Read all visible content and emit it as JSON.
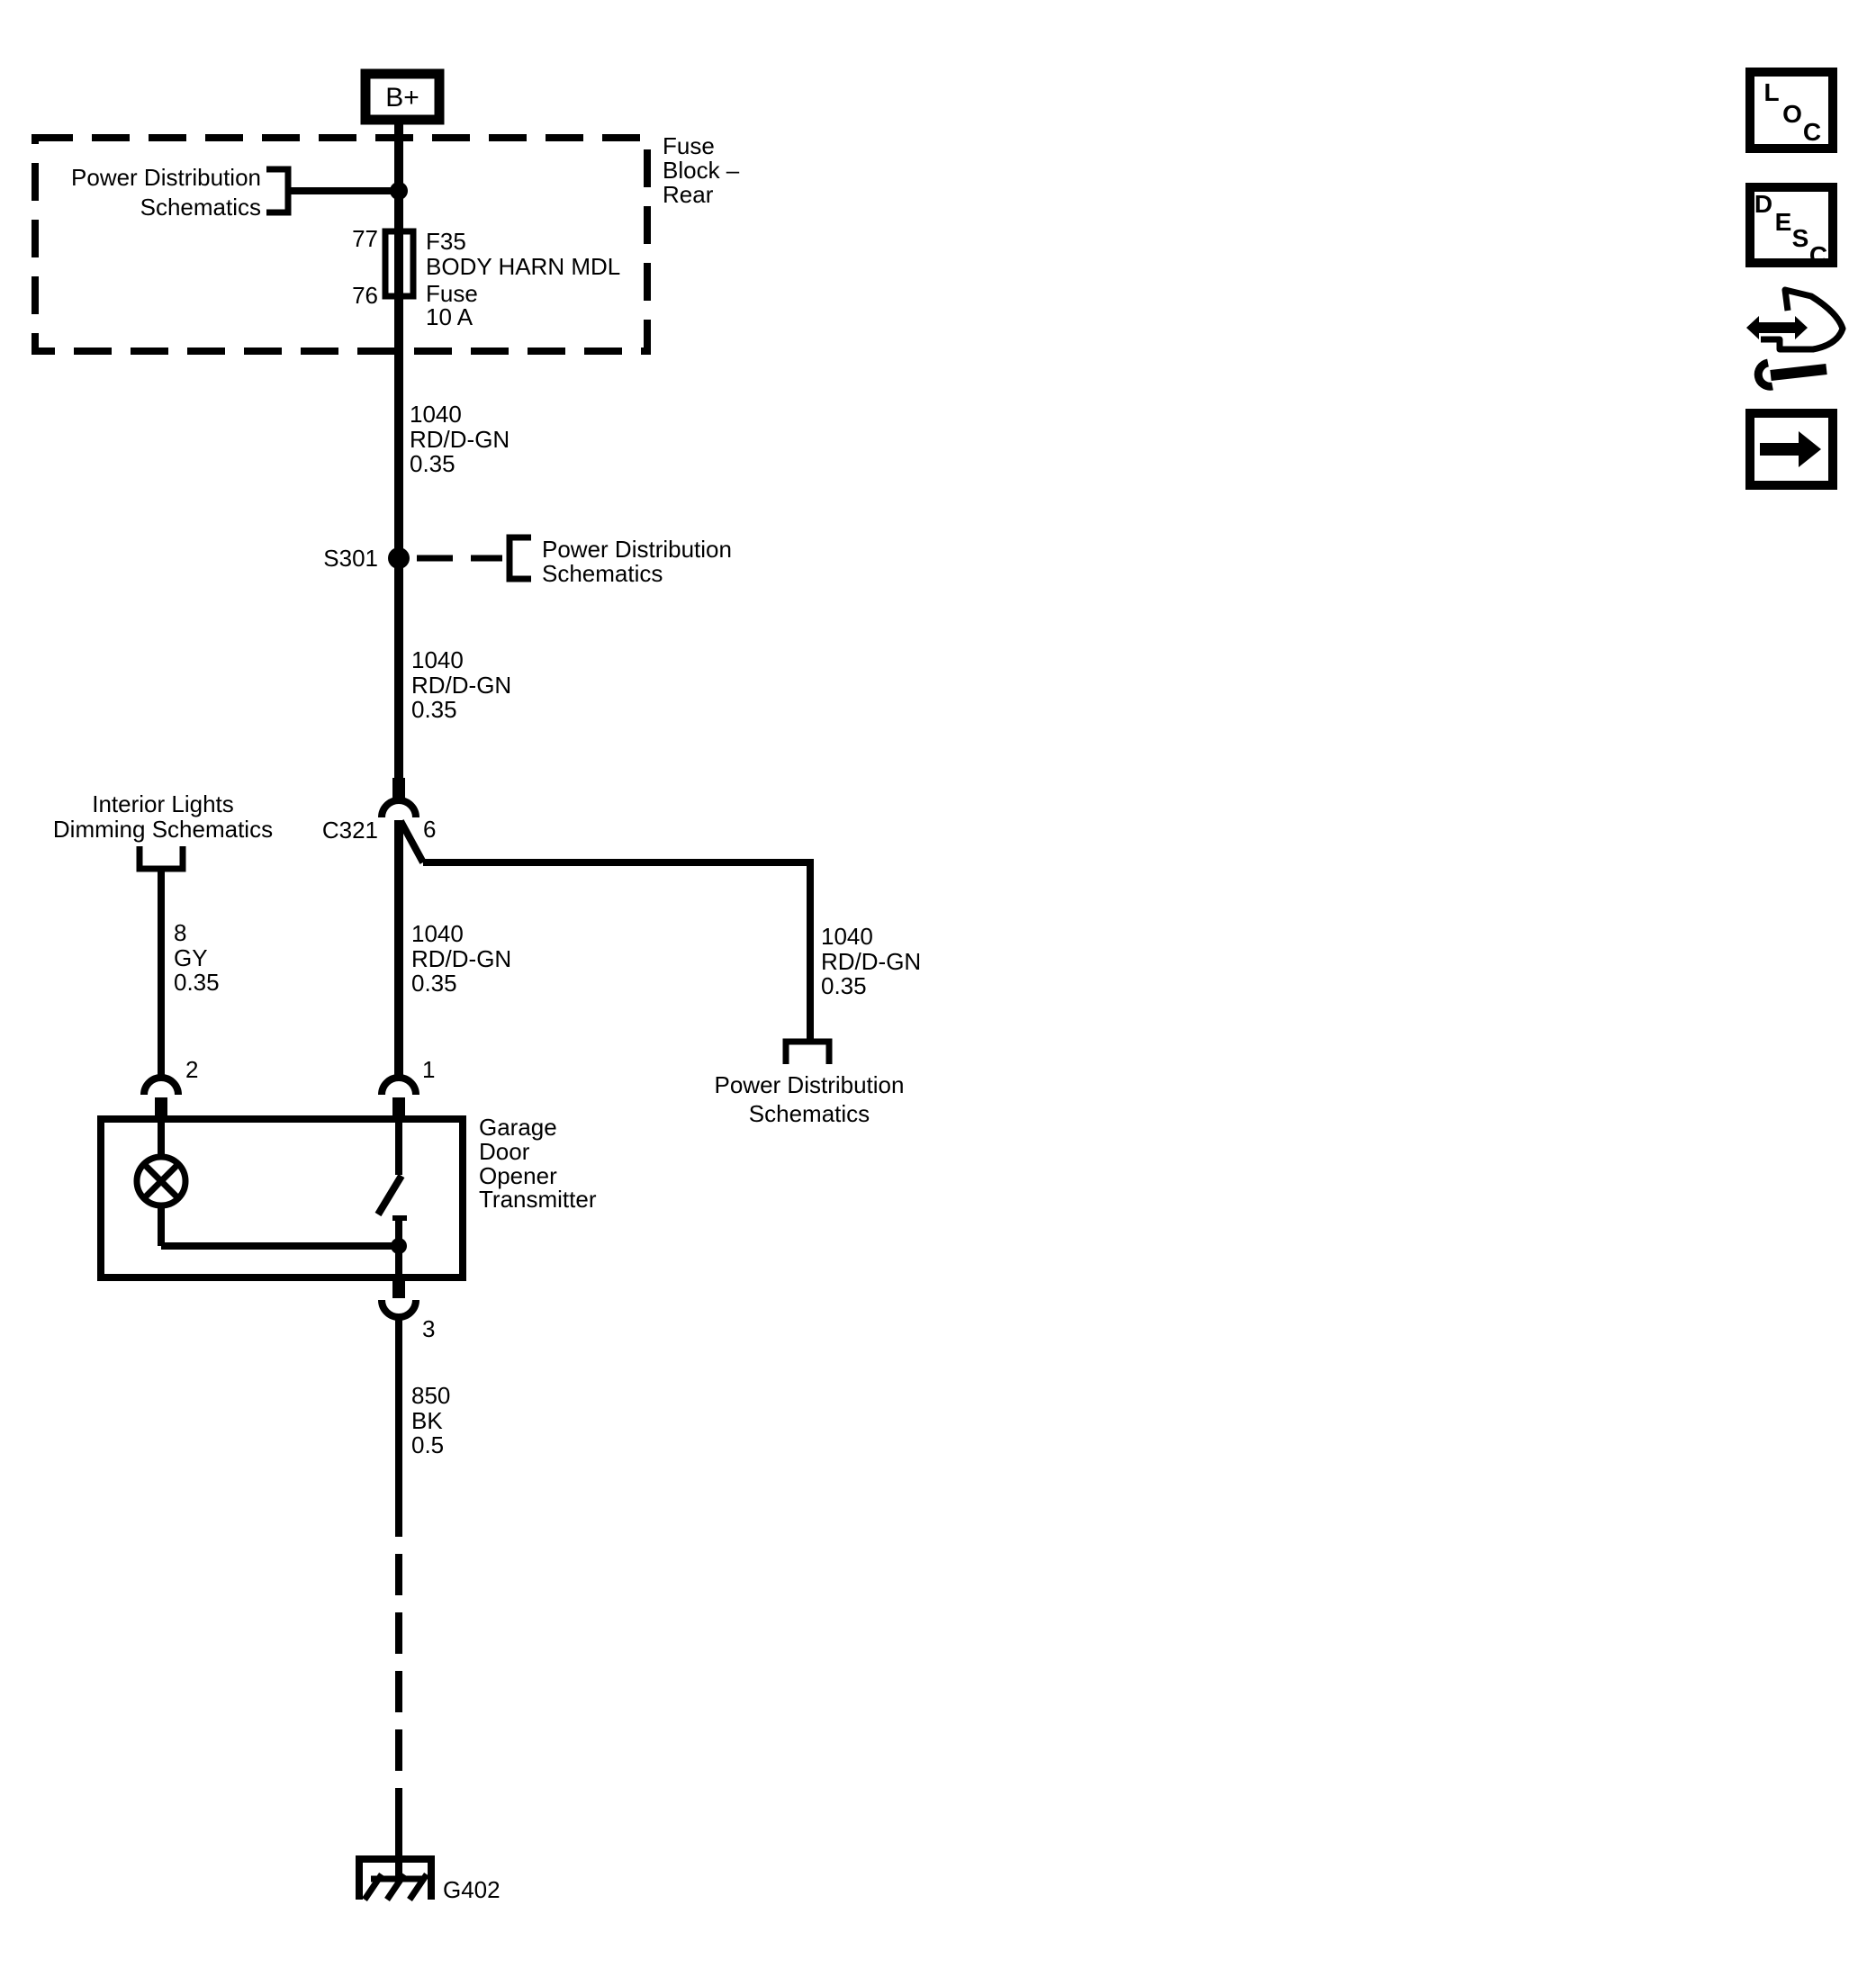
{
  "labels": {
    "b_plus": "B+",
    "fuse_block_name": [
      "Fuse",
      "Block –",
      "Rear"
    ],
    "fuse_block_ref": [
      "Power Distribution",
      "Schematics"
    ],
    "fuse_pin_top": "77",
    "fuse_pin_bottom": "76",
    "fuse_info": [
      "F35",
      "BODY HARN MDL",
      "Fuse",
      "10 A"
    ],
    "wire_fuse_to_s301": [
      "1040",
      "RD/D-GN",
      "0.35"
    ],
    "splice_id": "S301",
    "splice_ref": [
      "Power Distribution",
      "Schematics"
    ],
    "wire_s301_to_c321": [
      "1040",
      "RD/D-GN",
      "0.35"
    ],
    "connector_id": "C321",
    "connector_pin": "6",
    "wire_c321_to_gdo": [
      "1040",
      "RD/D-GN",
      "0.35"
    ],
    "wire_branch_right": [
      "1040",
      "RD/D-GN",
      "0.35"
    ],
    "branch_right_ref": [
      "Power Distribution",
      "Schematics"
    ],
    "branch_left_ref": [
      "Interior Lights",
      "Dimming Schematics"
    ],
    "wire_branch_left": [
      "8",
      "GY",
      "0.35"
    ],
    "pin_2": "2",
    "pin_1": "1",
    "pin_3": "3",
    "gdo_name": [
      "Garage",
      "Door",
      "Opener",
      "Transmitter"
    ],
    "wire_ground": [
      "850",
      "BK",
      "0.5"
    ],
    "ground_id": "G402",
    "icon_loc": [
      "L",
      "O",
      "C"
    ],
    "icon_desc": [
      "D",
      "E",
      "S",
      "C"
    ]
  }
}
